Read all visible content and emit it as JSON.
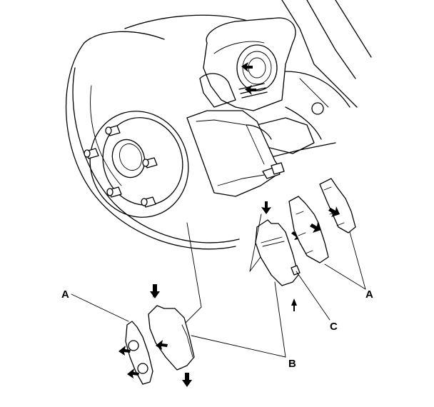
{
  "labels": {
    "a_left": "A",
    "a_right": "A",
    "b": "B",
    "c": "C"
  },
  "colors": {
    "line": "#000000",
    "background": "#ffffff"
  }
}
